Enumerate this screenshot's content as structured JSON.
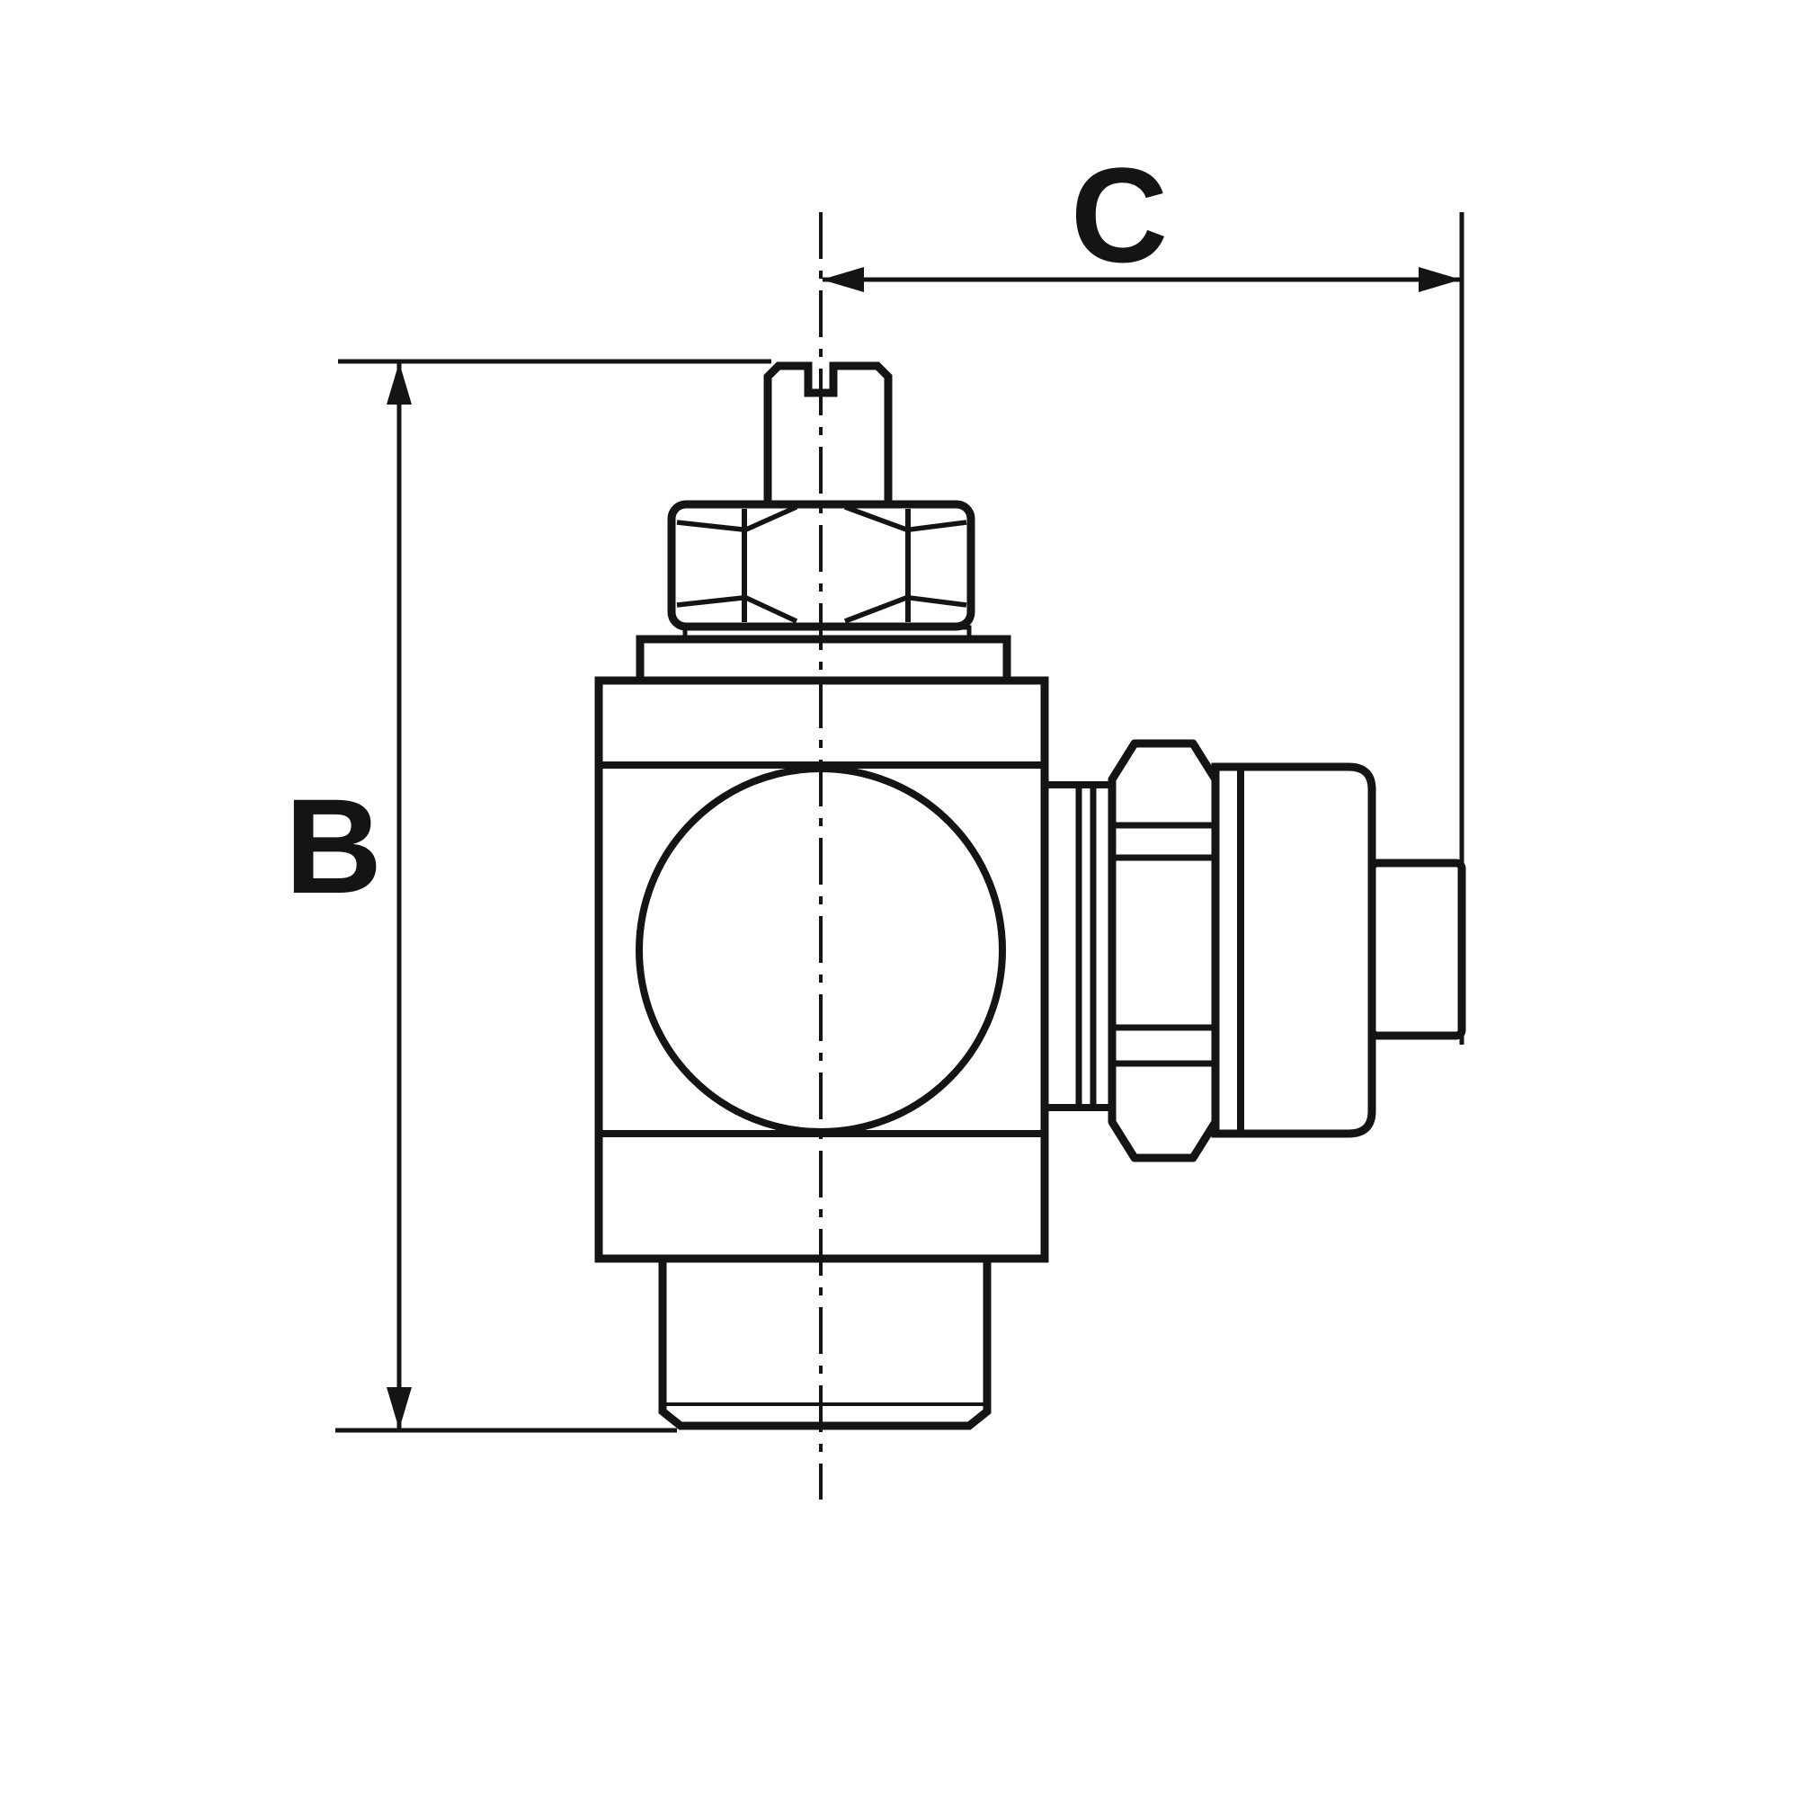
{
  "drawing": {
    "type": "technical-drawing",
    "subject": "elbow-flow-control-valve-fitting-side-view",
    "background_color": "#ffffff",
    "line_color": "#141414",
    "dimensions": {
      "b": {
        "label": "B",
        "orientation": "vertical",
        "side": "left"
      },
      "c": {
        "label": "C",
        "orientation": "horizontal",
        "side": "top-right"
      }
    },
    "parts": [
      "slotted-adjustment-screw",
      "lock-nut",
      "washer",
      "gland-plate",
      "valve-body",
      "ball-port-circle",
      "male-thread-stub",
      "side-port-neck",
      "side-port-hex-nut",
      "push-in-fitting-cap",
      "tube-tip"
    ]
  }
}
